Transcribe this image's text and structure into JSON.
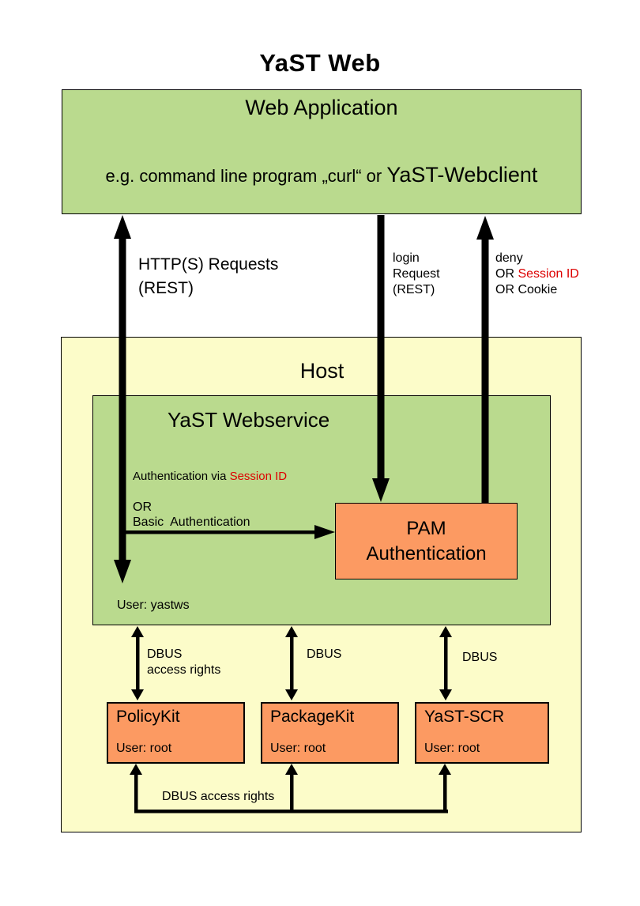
{
  "page_title": "YaST Web",
  "colors": {
    "green": "#bada8e",
    "yellow": "#fcfcc9",
    "orange": "#fc9a62",
    "red": "#dd0000"
  },
  "web_application": {
    "name": "Web Application",
    "example_prefix": "e.g. command line program „curl“ or ",
    "example_client": "YaST-Webclient"
  },
  "host": {
    "name": "Host"
  },
  "webservice": {
    "name": "YaST Webservice",
    "auth_prefix": "Authentication via ",
    "auth_red": "Session ID",
    "or_label": "OR",
    "basic_auth": "Basic  Authentication",
    "user": "User: yastws"
  },
  "pam": {
    "line1": "PAM",
    "line2": "Authentication"
  },
  "services": [
    {
      "name": "PolicyKit",
      "user": "User: root"
    },
    {
      "name": "PackageKit",
      "user": "User: root"
    },
    {
      "name": "YaST-SCR",
      "user": "User: root"
    }
  ],
  "connectors": {
    "http": {
      "line1": "HTTP(S) Requests",
      "line2": "(REST)"
    },
    "login": {
      "line1": "login",
      "line2": "Request",
      "line3": "(REST)"
    },
    "deny": {
      "line1": "deny",
      "line2_prefix": "OR ",
      "line2_red": "Session ID",
      "line3": "OR Cookie"
    },
    "dbus_left": {
      "line1": "DBUS",
      "line2": "access rights"
    },
    "dbus_mid": "DBUS",
    "dbus_right": "DBUS",
    "dbus_bottom": "DBUS access rights"
  }
}
